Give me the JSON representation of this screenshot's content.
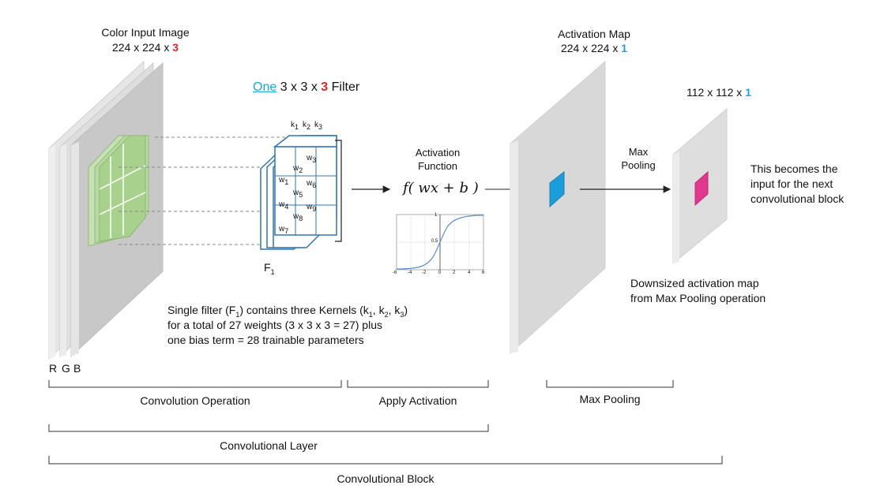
{
  "input": {
    "title": "Color Input Image",
    "dims_prefix": "224 x 224 x ",
    "dims_channels": "3",
    "channels": [
      "R",
      "G",
      "B"
    ]
  },
  "filter": {
    "title_one": "One",
    "title_mid": " 3 x 3 x ",
    "title_channels": "3",
    "title_suffix": " Filter",
    "kernel_labels": [
      "k",
      "k",
      "k"
    ],
    "kernel_subs": [
      "1",
      "2",
      "3"
    ],
    "weights": [
      "w",
      "w",
      "w",
      "w",
      "w",
      "w",
      "w",
      "w",
      "w"
    ],
    "weight_subs": [
      "1",
      "2",
      "3",
      "4",
      "5",
      "6",
      "7",
      "8",
      "9"
    ],
    "name": "F",
    "name_sub": "1"
  },
  "description": {
    "line1_a": "Single filter (F",
    "line1_sub": "1",
    "line1_b": ") contains three Kernels (k",
    "line1_s1": "1",
    "line1_c": ", k",
    "line1_s2": "2",
    "line1_d": ", k",
    "line1_s3": "3",
    "line1_e": ")",
    "line2": "for a total of 27 weights  (3 x 3 x 3 = 27)  plus",
    "line3": "one bias term = 28 trainable parameters"
  },
  "activation": {
    "title_line1": "Activation",
    "title_line2": "Function",
    "formula": "f( wx + b )",
    "plot_x_ticks": [
      "-6",
      "-4",
      "-2",
      "0",
      "2",
      "4",
      "6"
    ],
    "plot_y_ticks": [
      "1",
      "0.5"
    ]
  },
  "activation_map": {
    "title": "Activation Map",
    "dims_prefix": "224 x 224 x ",
    "dims_channels": "1"
  },
  "pooling": {
    "label_line1": "Max",
    "label_line2": "Pooling"
  },
  "pooled": {
    "dims_prefix": "112 x 112 x ",
    "dims_channels": "1",
    "caption_line1": "Downsized activation map",
    "caption_line2": "from Max Pooling operation",
    "note_line1": "This becomes the",
    "note_line2": "input for the next",
    "note_line3": "convolutional block"
  },
  "brackets": {
    "convolution_operation": "Convolution Operation",
    "apply_activation": "Apply Activation",
    "max_pooling": "Max Pooling",
    "convolutional_layer": "Convolutional Layer",
    "convolutional_block": "Convolutional Block"
  },
  "colors": {
    "plate_gray": "#d4d4d4",
    "green_patch": "#a9d18e",
    "filter_blue": "#2e75b6",
    "cyan_cell": "#1b9dd9",
    "magenta_cell": "#e0388f",
    "red_accent": "#e0282a",
    "blue_accent": "#1aa6d6"
  }
}
